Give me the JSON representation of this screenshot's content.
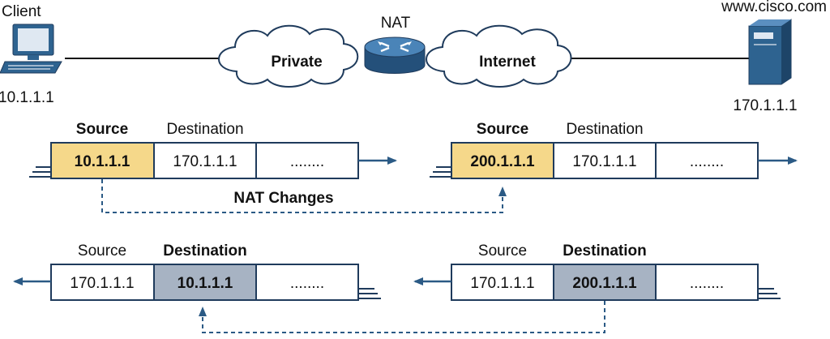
{
  "top": {
    "client_label": "Client",
    "client_ip": "10.1.1.1",
    "nat_label": "NAT",
    "private_cloud_label": "Private",
    "internet_cloud_label": "Internet",
    "server_label": "www.cisco.com",
    "server_ip": "170.1.1.1"
  },
  "outbound": {
    "left_packet": {
      "header_source": "Source",
      "header_destination": "Destination",
      "source_value": "10.1.1.1",
      "destination_value": "170.1.1.1",
      "payload": "........"
    },
    "right_packet": {
      "header_source": "Source",
      "header_destination": "Destination",
      "source_value": "200.1.1.1",
      "destination_value": "170.1.1.1",
      "payload": "........"
    },
    "change_label": "NAT Changes"
  },
  "inbound": {
    "left_packet": {
      "header_source": "Source",
      "header_destination": "Destination",
      "source_value": "170.1.1.1",
      "destination_value": "10.1.1.1",
      "payload": "........"
    },
    "right_packet": {
      "header_source": "Source",
      "header_destination": "Destination",
      "source_value": "170.1.1.1",
      "destination_value": "200.1.1.1",
      "payload": "........"
    }
  },
  "colors": {
    "source_highlight": "#f5d88a",
    "destination_highlight": "#a7b3c3",
    "border": "#1f3b5c",
    "arrow": "#2b5a85",
    "router": "#2e6390"
  }
}
